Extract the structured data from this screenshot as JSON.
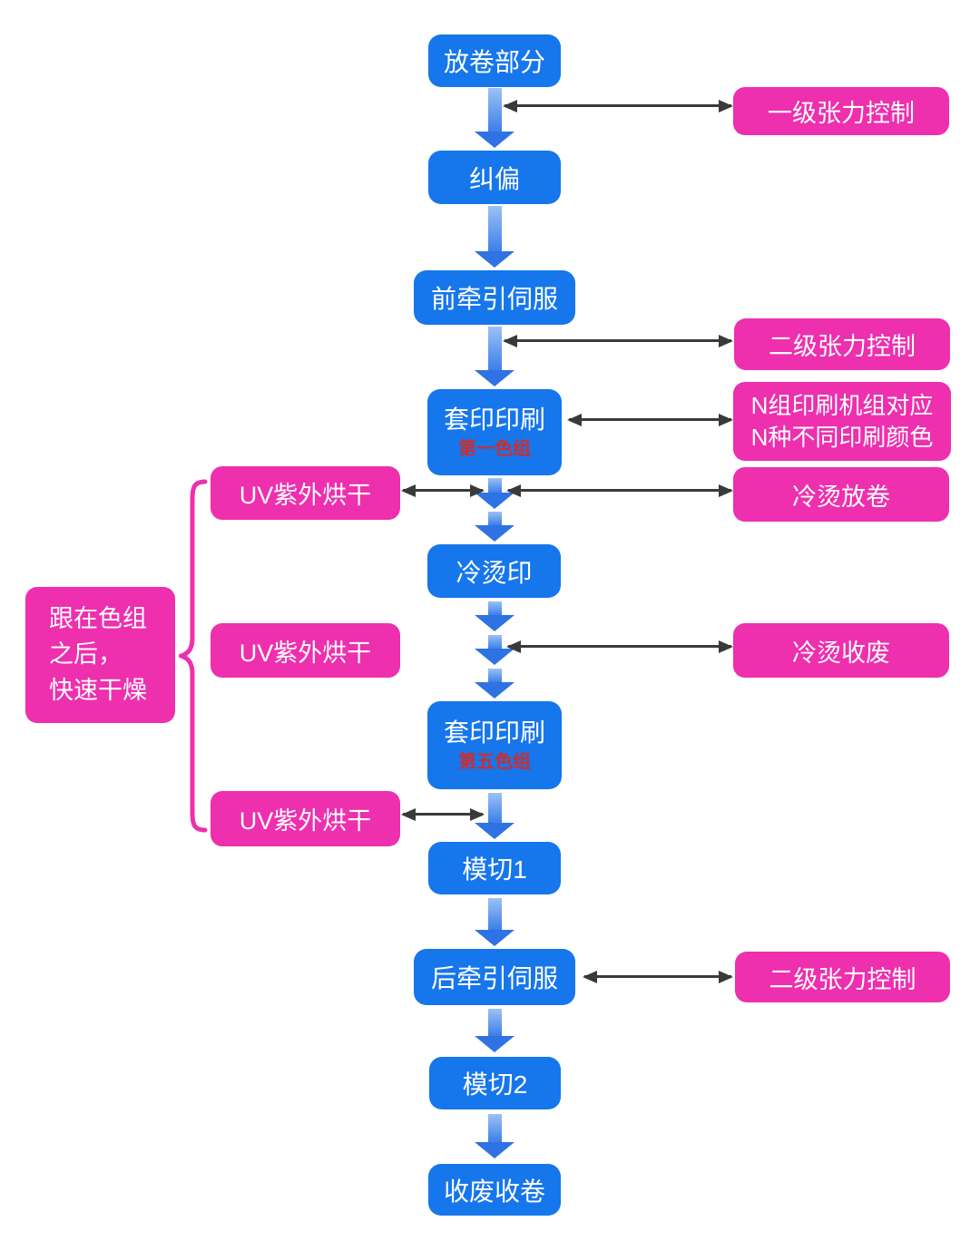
{
  "colors": {
    "blue": "#1676EC",
    "pink": "#EE2FAE",
    "red": "#CC2E2E",
    "arrow": "#3a3a3a"
  },
  "nodes": {
    "unwind": "放卷部分",
    "correction": "纠偏",
    "front_traction": "前牵引伺服",
    "overprint_first": "套印印刷",
    "overprint_first_sub": "第一色组",
    "cold_foil_print": "冷烫印",
    "overprint_fifth": "套印印刷",
    "overprint_fifth_sub": "第五色组",
    "die_cut_1": "模切1",
    "rear_traction": "后牵引伺服",
    "die_cut_2": "模切2",
    "waste_rewind": "收废收卷"
  },
  "side_notes": {
    "tension_level_1": "一级张力控制",
    "tension_level_2_upper": "二级张力控制",
    "n_print_groups": "N组印刷机组对应\nN种不同印刷颜色",
    "cold_foil_unwind": "冷烫放卷",
    "cold_foil_waste": "冷烫收废",
    "tension_level_2_lower": "二级张力控制",
    "uv_dry_1": "UV紫外烘干",
    "uv_dry_2": "UV紫外烘干",
    "uv_dry_3": "UV紫外烘干",
    "brace_note": "跟在色组\n之后，\n快速干燥"
  }
}
